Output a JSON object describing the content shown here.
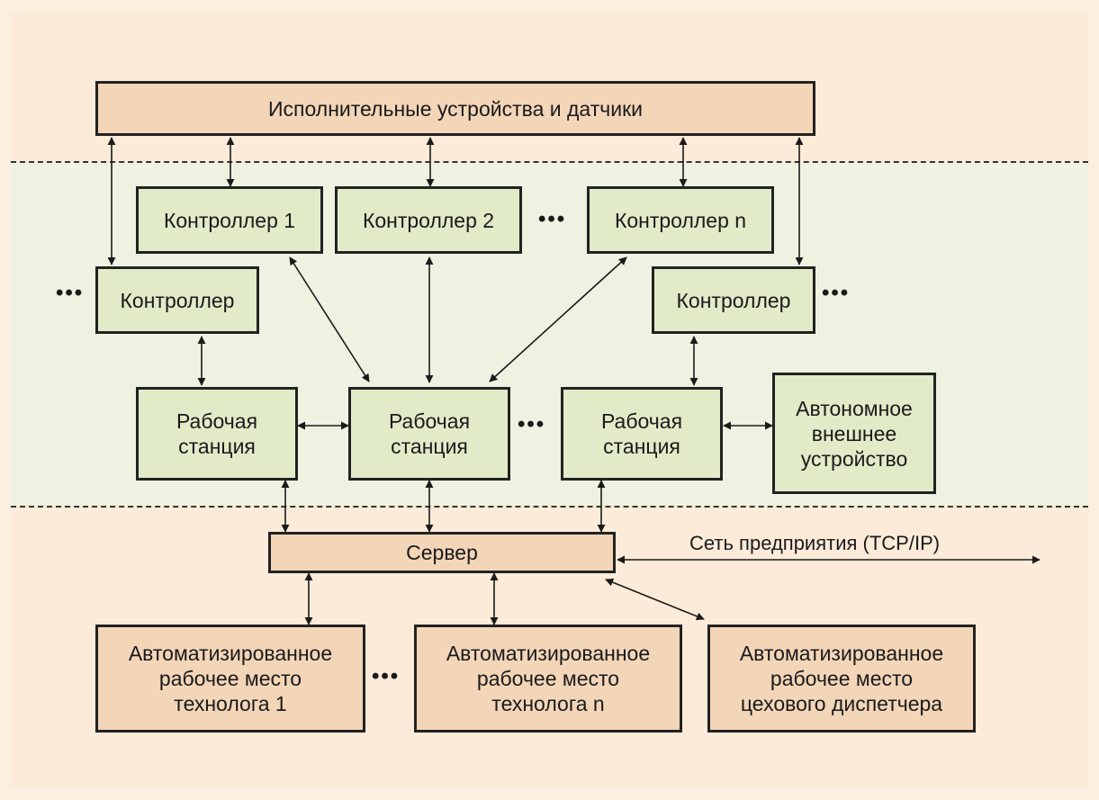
{
  "top_box": "Исполнительные устройства и датчики",
  "controllers": {
    "c1": "Контроллер 1",
    "c2": "Контроллер 2",
    "cn": "Контроллер n",
    "left": "Контроллер",
    "right": "Контроллер"
  },
  "workstations": {
    "ws1": "Рабочая\nстанция",
    "ws2": "Рабочая\nстанция",
    "ws3": "Рабочая\nстанция"
  },
  "autonomous_device": "Автономное\nвнешнее\nустройство",
  "server": "Сервер",
  "network_label": "Сеть предприятия (TCP/IP)",
  "workplaces": {
    "tech1": "Автоматизированное\nрабочее место\nтехнолога 1",
    "techn": "Автоматизированное\nрабочее место\nтехнолога n",
    "dispatcher": "Автоматизированное\nрабочее место\nцехового диспетчера"
  },
  "ellipsis": "•••",
  "colors": {
    "outer_background": "#fbefe0",
    "middle_band": "#eff2e0",
    "green_box": "#e1ebc8",
    "peach_box": "#f3d5b8",
    "stroke": "#222222"
  }
}
